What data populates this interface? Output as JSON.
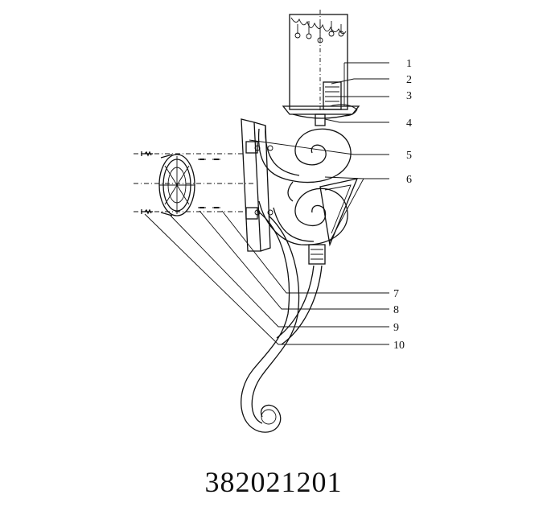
{
  "drawing": {
    "part_number": "382021201",
    "callouts": [
      "1",
      "2",
      "3",
      "4",
      "5",
      "6",
      "7",
      "8",
      "9",
      "10"
    ]
  }
}
